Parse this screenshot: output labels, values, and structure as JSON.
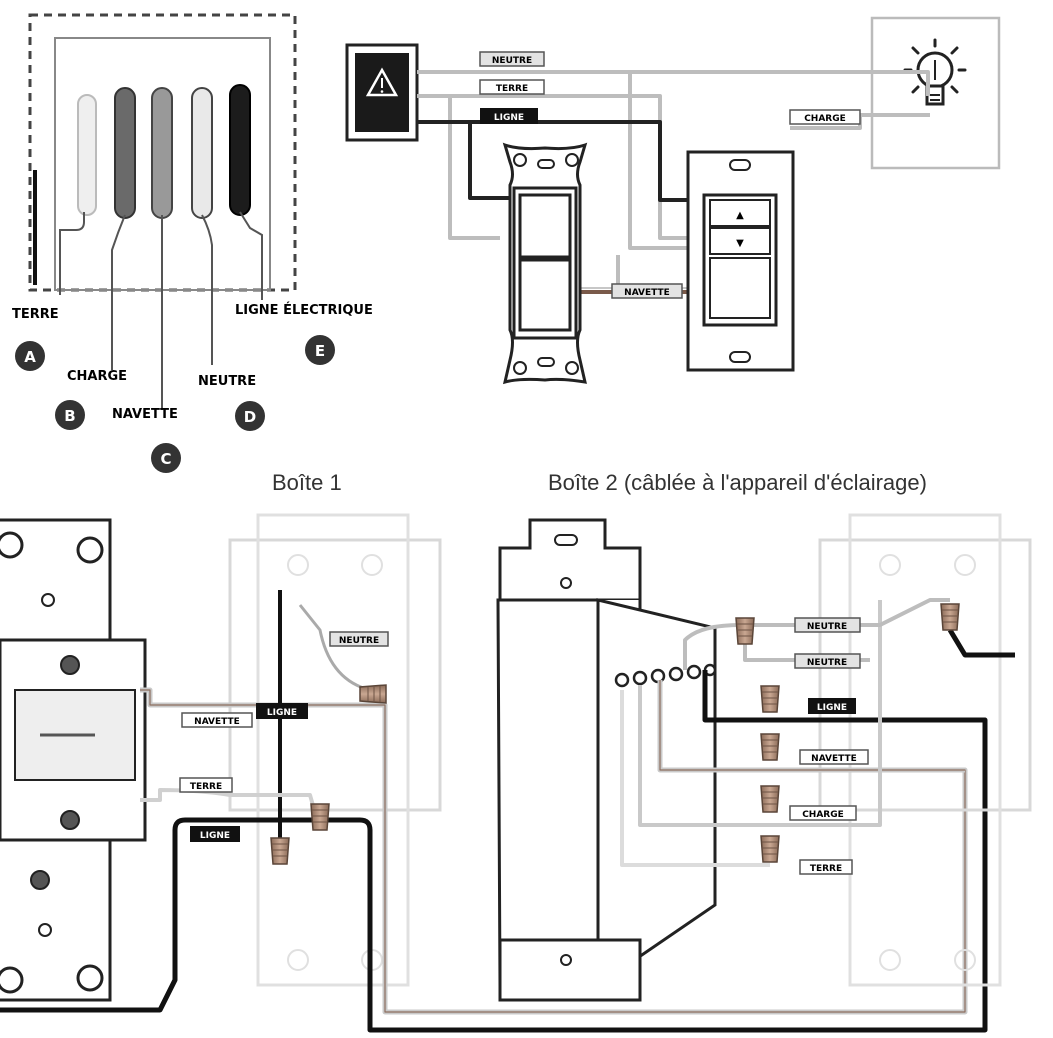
{
  "legend": {
    "terre": "TERRE",
    "charge": "CHARGE",
    "navette": "NAVETTE",
    "neutre": "NEUTRE",
    "ligne_electrique": "LIGNE ÉLECTRIQUE",
    "badges": [
      "A",
      "B",
      "C",
      "D",
      "E"
    ]
  },
  "top_schematic": {
    "neutre": "NEUTRE",
    "terre": "TERRE",
    "ligne": "LIGNE",
    "charge": "CHARGE",
    "navette": "NAVETTE",
    "dimmer_up": "▲",
    "dimmer_down": "▼",
    "icons": [
      "warning-icon",
      "light-bulb-icon"
    ]
  },
  "box1": {
    "title": "Boîte 1",
    "neutre": "NEUTRE",
    "navette": "NAVETTE",
    "ligne_top": "LIGNE",
    "terre": "TERRE",
    "ligne_bottom": "LIGNE"
  },
  "box2": {
    "title": "Boîte 2 (câblée à l'appareil d'éclairage)",
    "neutre_1": "NEUTRE",
    "neutre_2": "NEUTRE",
    "ligne": "LIGNE",
    "navette": "NAVETTE",
    "charge": "CHARGE",
    "terre": "TERRE"
  },
  "colors": {
    "black_wire": "#111111",
    "gray_wire": "#b5b5b5",
    "white_wire": "#e6e6e6",
    "dark_gray_wire": "#666666",
    "wire_nut": "#b58f78",
    "badge": "#333333"
  }
}
